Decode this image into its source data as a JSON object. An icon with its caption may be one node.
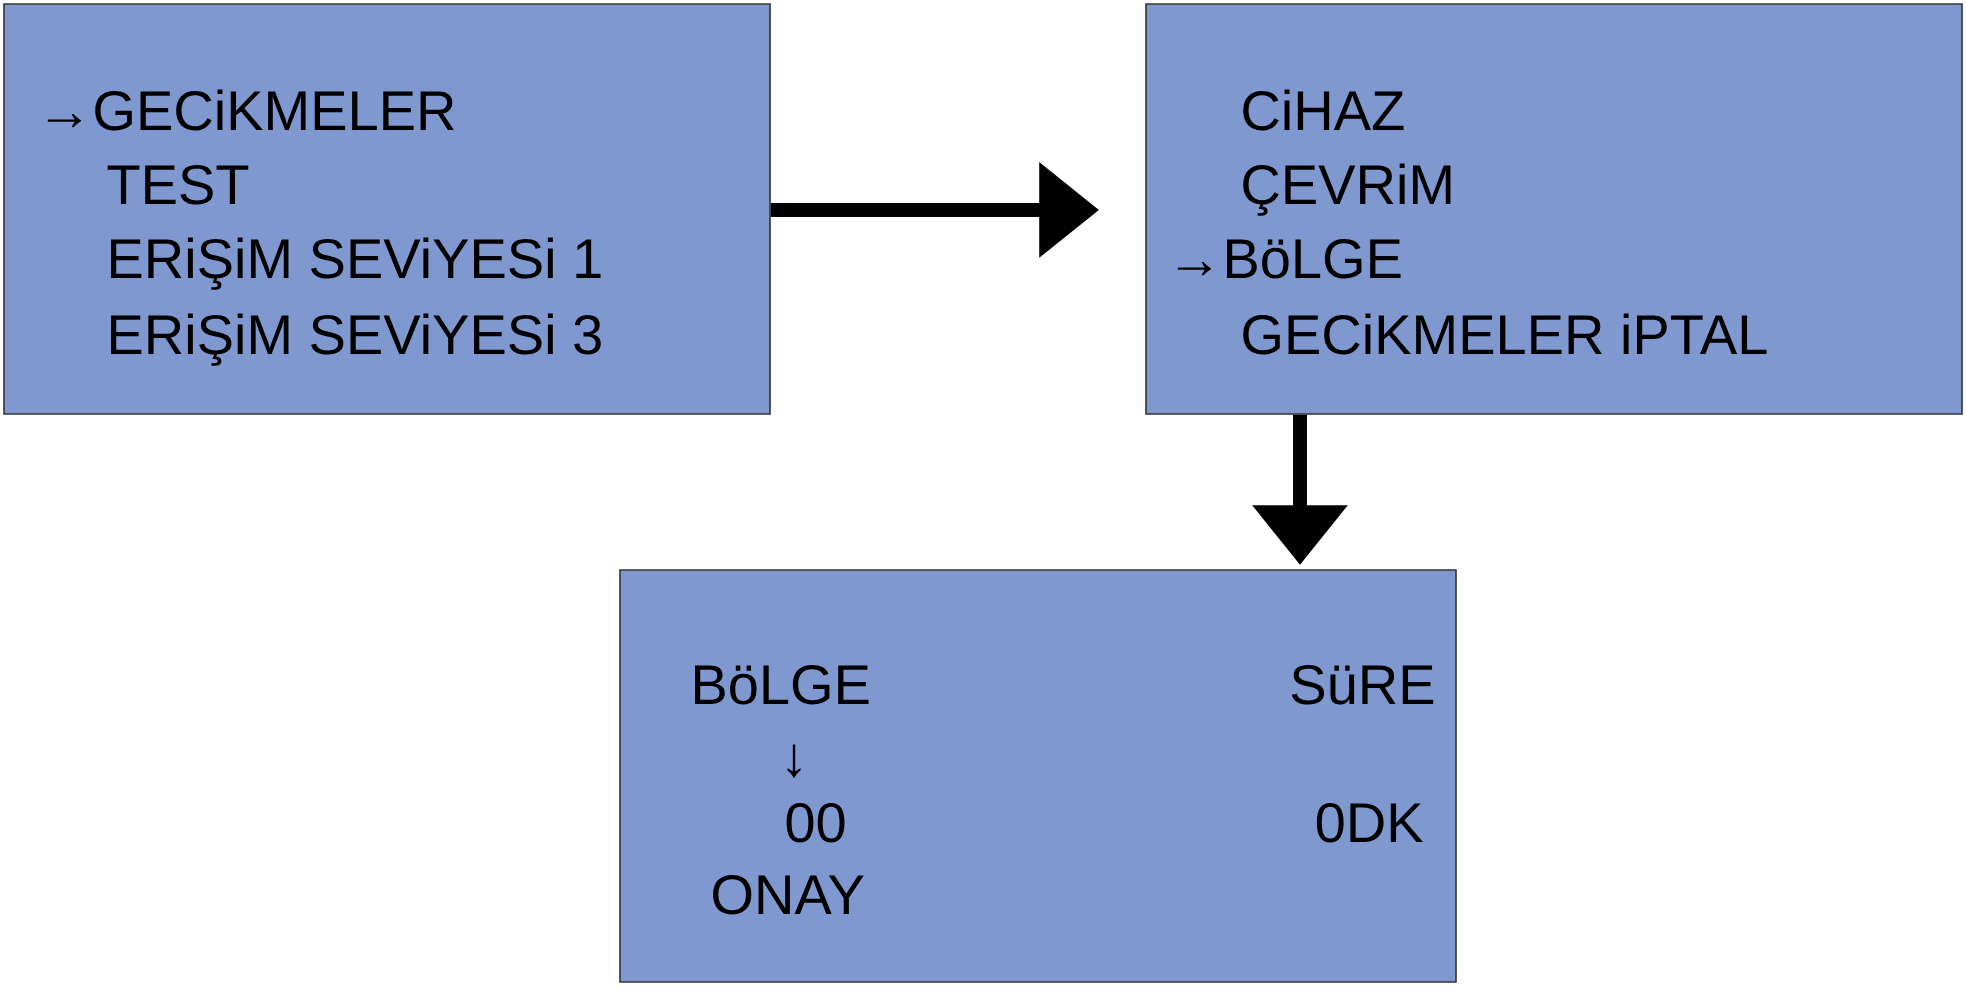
{
  "diagram": {
    "nodes": [
      {
        "text": [
          "→GECiKMELER",
          "TEST",
          "ERiŞiM SEViYESi 1",
          "ERiŞiM SEViYESi 3"
        ]
      },
      {
        "text": [
          "CiHAZ",
          "ÇEVRiM",
          "→BöLGE",
          "GECiKMELER iPTAL"
        ]
      },
      {
        "text": [
          "BöLGE",
          "SüRE",
          "↓",
          "00",
          "0DK",
          "ONAY"
        ]
      }
    ],
    "edges": [
      {
        "from": 0,
        "to": 1,
        "arrow": "to"
      },
      {
        "from": 1,
        "to": 2,
        "arrow": "to"
      }
    ]
  }
}
